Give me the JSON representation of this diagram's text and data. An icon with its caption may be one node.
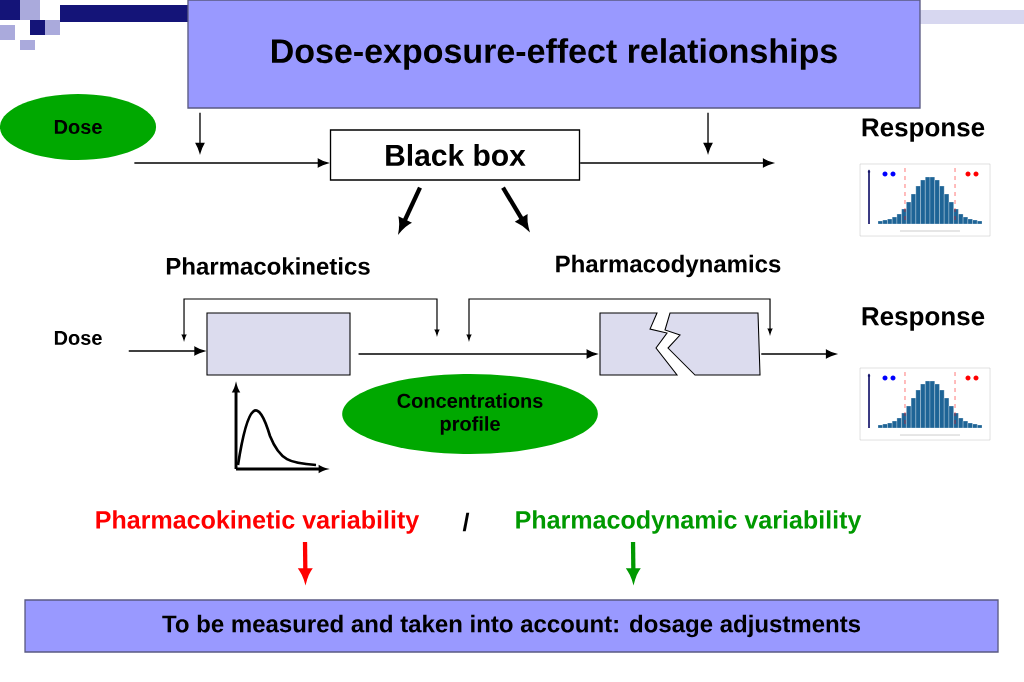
{
  "diagram": {
    "nodes": [
      {
        "text": [
          "Dose-exposure-effect relationships"
        ]
      },
      {
        "text": [
          "Dose"
        ]
      },
      {
        "text": [
          "Black box"
        ]
      },
      {
        "text": [
          "Response"
        ]
      },
      {
        "text": [],
        "shape": "picture"
      },
      {
        "text": [
          "Pharmacokinetics"
        ]
      },
      {
        "text": [
          "Pharmacodynamics"
        ]
      },
      {
        "text": [
          "Dose"
        ]
      },
      {
        "text": [],
        "shape": "box"
      },
      {
        "text": [],
        "shape": "box"
      },
      {
        "text": [
          "Response"
        ]
      },
      {
        "text": [],
        "shape": "picture"
      },
      {
        "text": [
          "Concentrations profile"
        ]
      },
      {
        "text": [],
        "shape": "picture"
      },
      {
        "text": [
          "Pharmacokinetic variability"
        ]
      },
      {
        "text": [
          "Pharmacodynamic variability"
        ]
      },
      {
        "text": [
          "To be measured and taken into account: dosage adjustments"
        ]
      }
    ],
    "edges": [
      {
        "from": 1,
        "to": 2,
        "arrow": "to"
      },
      {
        "from": 2,
        "to": null,
        "arrow": "to"
      },
      {
        "from": 0,
        "to": null,
        "arrow": "to"
      },
      {
        "from": 0,
        "to": null,
        "arrow": "to"
      },
      {
        "from": 2,
        "to": 5,
        "arrow": "to",
        "style": "thick"
      },
      {
        "from": 2,
        "to": 6,
        "arrow": "to",
        "style": "thick"
      },
      {
        "from": 7,
        "to": 8,
        "arrow": "to"
      },
      {
        "from": 8,
        "to": 9,
        "arrow": "to"
      },
      {
        "from": 9,
        "to": null,
        "arrow": "to"
      },
      {
        "from": 14,
        "to": 16,
        "arrow": "to",
        "style": "thick",
        "color": "#ff0000"
      },
      {
        "from": 15,
        "to": 16,
        "arrow": "to",
        "style": "thick",
        "color": "#009900"
      }
    ],
    "labels": [
      "/"
    ]
  }
}
